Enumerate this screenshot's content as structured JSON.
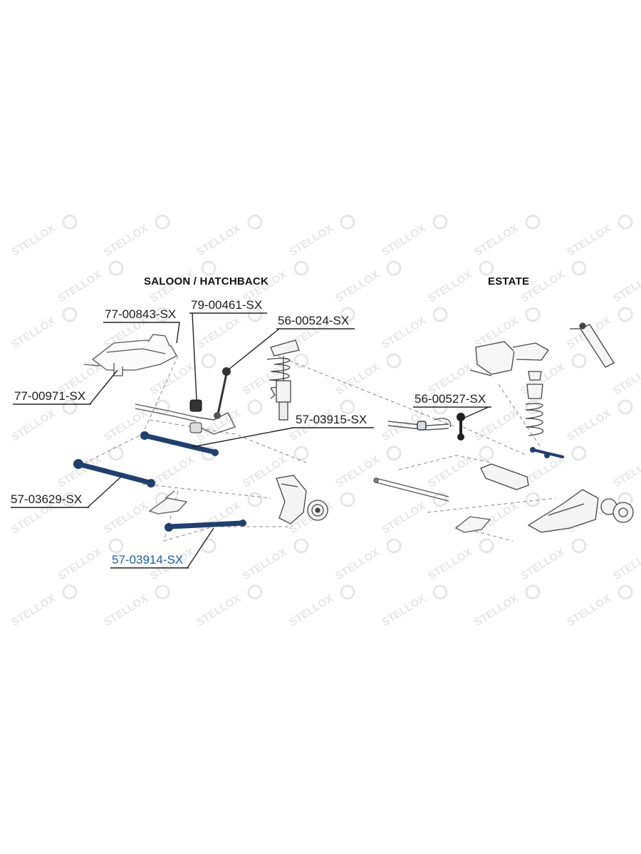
{
  "diagram": {
    "sections": [
      {
        "id": "saloon",
        "title": "SALOON / HATCHBACK"
      },
      {
        "id": "estate",
        "title": "ESTATE"
      }
    ],
    "parts": [
      {
        "id": "p1",
        "label": "77-00843-SX"
      },
      {
        "id": "p2",
        "label": "79-00461-SX"
      },
      {
        "id": "p3",
        "label": "56-00524-SX"
      },
      {
        "id": "p4",
        "label": "77-00971-SX"
      },
      {
        "id": "p5",
        "label": "57-03915-SX"
      },
      {
        "id": "p6",
        "label": "57-03629-SX"
      },
      {
        "id": "p7",
        "label": "57-03914-SX",
        "highlighted": true
      },
      {
        "id": "p8",
        "label": "56-00527-SX"
      }
    ],
    "watermark": "STELLOX",
    "colors": {
      "highlight_part": "#1f3f6e",
      "highlight_label": "#1d5fa8",
      "line": "#222222",
      "drawing": "#555555",
      "watermark": "#e6e6e6"
    }
  }
}
